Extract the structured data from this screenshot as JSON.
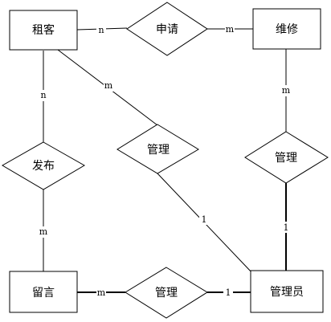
{
  "entities": {
    "tenant": "租客",
    "repair": "维修",
    "message": "留言",
    "admin": "管理员"
  },
  "relationships": {
    "apply": "申请",
    "publish": "发布",
    "manage_tenant": "管理",
    "manage_repair": "管理",
    "manage_message": "管理"
  },
  "cardinalities": {
    "tenant_apply": "n",
    "apply_repair": "m",
    "tenant_publish": "n",
    "publish_message": "m",
    "tenant_manage": "m",
    "manage_admin": "1",
    "repair_manage": "m",
    "manage_admin_right": "1",
    "message_manage": "m",
    "manage_admin_bottom": "1"
  }
}
